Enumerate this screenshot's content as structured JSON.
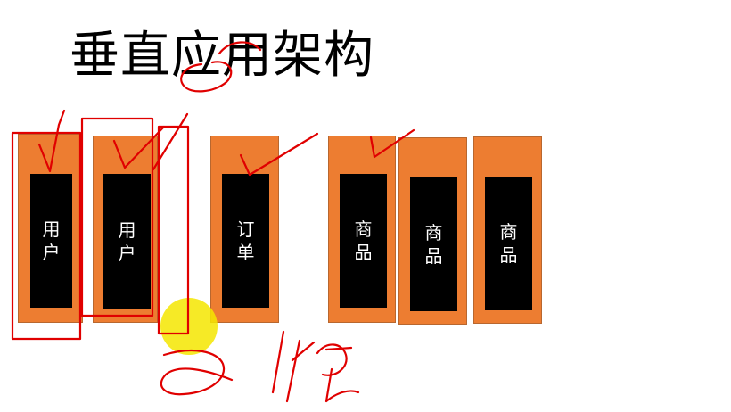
{
  "title": "垂直应用架构",
  "modules": [
    {
      "label": "用户"
    },
    {
      "label": "用户"
    },
    {
      "label": "订单"
    },
    {
      "label": "商品"
    },
    {
      "label": "商品"
    },
    {
      "label": "商品"
    }
  ],
  "colors": {
    "module_fill": "#ed7d31",
    "core_fill": "#000000",
    "ink": "#e00000",
    "highlight": "#f5e600"
  }
}
